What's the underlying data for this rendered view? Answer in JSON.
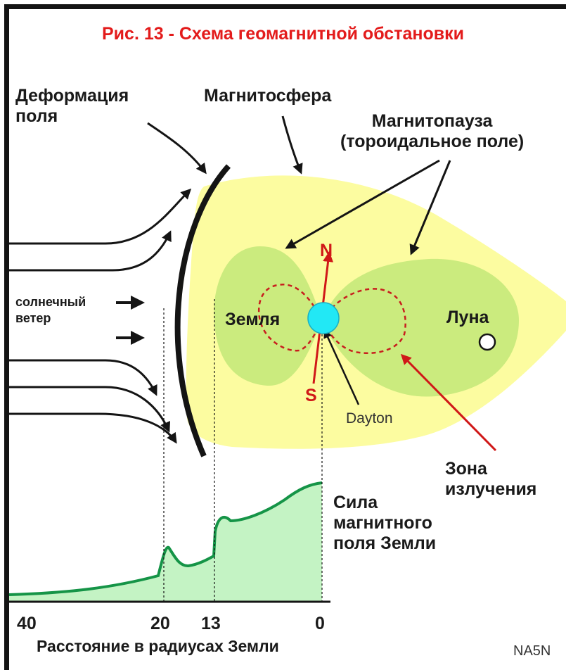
{
  "title": "Рис. 13 - Схема геомагнитной обстановки",
  "labels": {
    "field_deformation": "Деформация\nполя",
    "magnetosphere": "Магнитосфера",
    "magnetopause": "Магнитопауза\n(тороидальное поле)",
    "solar_wind": "солнечный\nветер",
    "earth": "Земля",
    "moon": "Луна",
    "north": "N",
    "south": "S",
    "dayton": "Dayton",
    "radiation_zone": "Зона\nизлучения",
    "field_strength": "Сила\nмагнитного\nполя Земли",
    "credit": "NA5N"
  },
  "axis": {
    "ticks": [
      "40",
      "20",
      "13",
      "0"
    ],
    "xlabel": "Расстояние в радиусах Земли"
  },
  "colors": {
    "title": "#e31b1b",
    "magnetosphere_fill": "#fcfca0",
    "belt_fill": "#cbeb7e",
    "curve": "#159447",
    "curve_fill": "#c4f3c4",
    "earth": "#22e8f5",
    "arrow_red": "#d01818",
    "zone_dashed": "#c81e1e"
  }
}
